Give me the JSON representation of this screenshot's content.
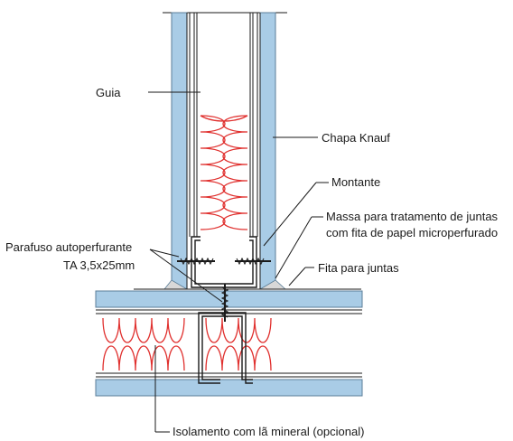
{
  "labels": {
    "guia": "Guia",
    "chapa": "Chapa Knauf",
    "montante": "Montante",
    "massa_line1": "Massa para tratamento de juntas",
    "massa_line2": "com fita de papel microperfurado",
    "parafuso_line1": "Parafuso autoperfurante",
    "parafuso_line2": "TA 3,5x25mm",
    "fita": "Fita para juntas",
    "isolamento": "Isolamento com lã mineral (opcional)"
  },
  "colors": {
    "board": "#a9cce6",
    "board_edge": "#5b7e98",
    "insulation": "#e0312f",
    "line": "#1a1a1a",
    "joint_compound": "#d8d8d8"
  }
}
